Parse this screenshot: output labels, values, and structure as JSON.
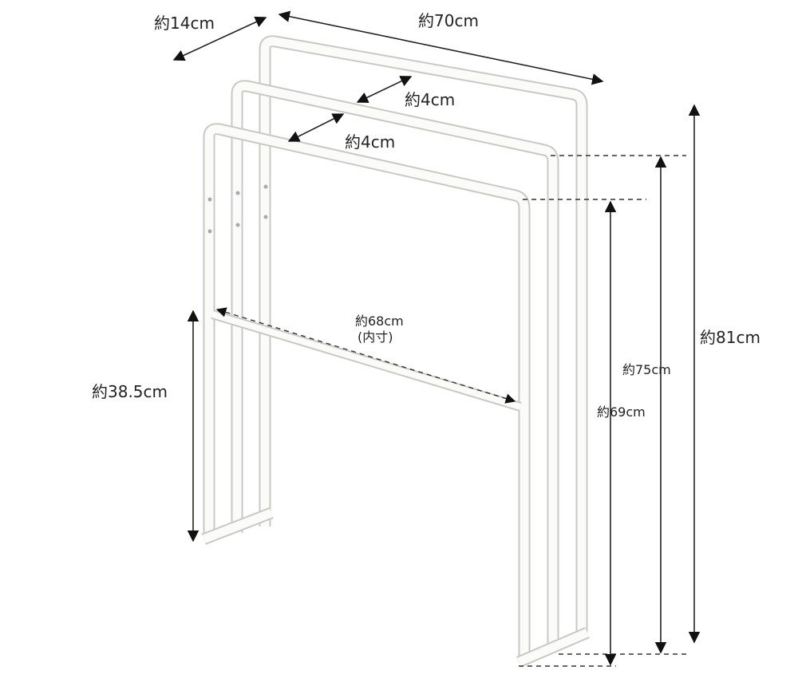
{
  "title": "Towel rack dimensions",
  "dimensions": {
    "depth": "約14cm",
    "width": "約70cm",
    "spacing_upper": "約4cm",
    "spacing_lower": "約4cm",
    "inner_width": "約68cm",
    "inner_width_note": "(内寸)",
    "crossbar_height": "約38.5cm",
    "height_front": "約69cm",
    "height_middle": "約75cm",
    "height_back": "約81cm"
  },
  "colors": {
    "frame": "#fbfbfa",
    "frame_edge": "#c9c9c4",
    "line": "#222222"
  }
}
